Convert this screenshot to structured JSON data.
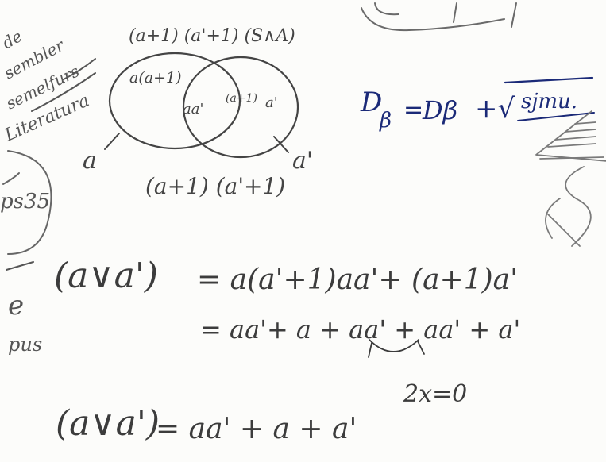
{
  "notes": {
    "ink_pencil": "#4a4a4a",
    "ink_pencil_light": "#7a7a7a",
    "ink_blue": "#1b2a78",
    "top_label": "(a+1) (a'+1) (S∧A)",
    "left_scribble": [
      "de",
      "sembler",
      "semelfurs",
      "Literatura"
    ],
    "left_number": "ps35",
    "venn": {
      "left_region": "a(a+1)",
      "center_region": "aa'",
      "right_region_a": "(a+1)",
      "right_region_b": "a'",
      "left_set": "a",
      "right_set": "a'",
      "bottom_label": "(a+1) (a'+1)"
    },
    "blue_equation": {
      "lhs": "D",
      "lhs_sub": "β",
      "equals": "=",
      "rhs": "Dβ",
      "plus_root": "+√",
      "word": "sjmu."
    },
    "equations": {
      "line1_lhs": "(a∨a')",
      "line1_rhs": "= a(a'+1)aa'+ (a+1)a'",
      "line2": "= aa'+ a + aa' + aa' + a'",
      "side_note": "2x=0",
      "line3_lhs": "(a∨a')",
      "line3_rhs": "= aa' + a + a'"
    },
    "margin_letters": [
      "e",
      "pus"
    ]
  }
}
